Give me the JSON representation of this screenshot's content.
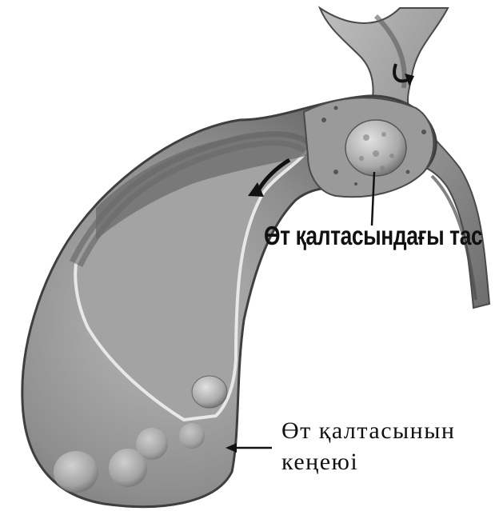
{
  "labels": {
    "gallstone": "Өт қалтасындағы тас",
    "dilation_line1": "Өт қалтасынын",
    "dilation_line2": "кеңеюі"
  },
  "colors": {
    "outer_wall": "#8f8f8f",
    "lumen": "#6e6e6e",
    "inner_panel": "#a9a9a9",
    "stone": "#c7c7c7",
    "arrow": "#111111",
    "text": "#111111"
  }
}
